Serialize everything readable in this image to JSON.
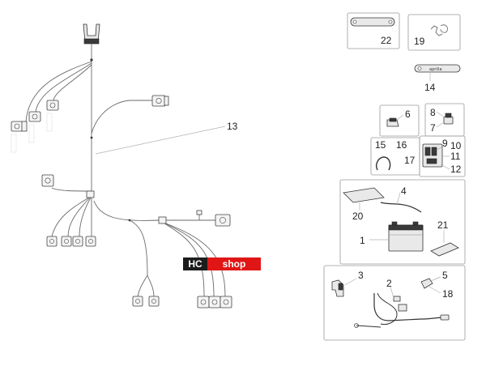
{
  "watermark": {
    "text_left": "HC",
    "text_right": "shop",
    "bg_left": "#1c1c1c",
    "bg_right": "#e01616"
  },
  "colors": {
    "line": "#6a6a6a",
    "box": "#9a9a9a",
    "label": "#222222"
  },
  "callouts": {
    "n1": "1",
    "n2": "2",
    "n3": "3",
    "n4": "4",
    "n5": "5",
    "n6": "6",
    "n7": "7",
    "n8": "8",
    "n9": "9",
    "n10": "10",
    "n11": "11",
    "n12": "12",
    "n13": "13",
    "n14": "14",
    "n15": "15",
    "n16": "16",
    "n17": "17",
    "n18": "18",
    "n19": "19",
    "n20": "20",
    "n21": "21",
    "n22": "22"
  }
}
